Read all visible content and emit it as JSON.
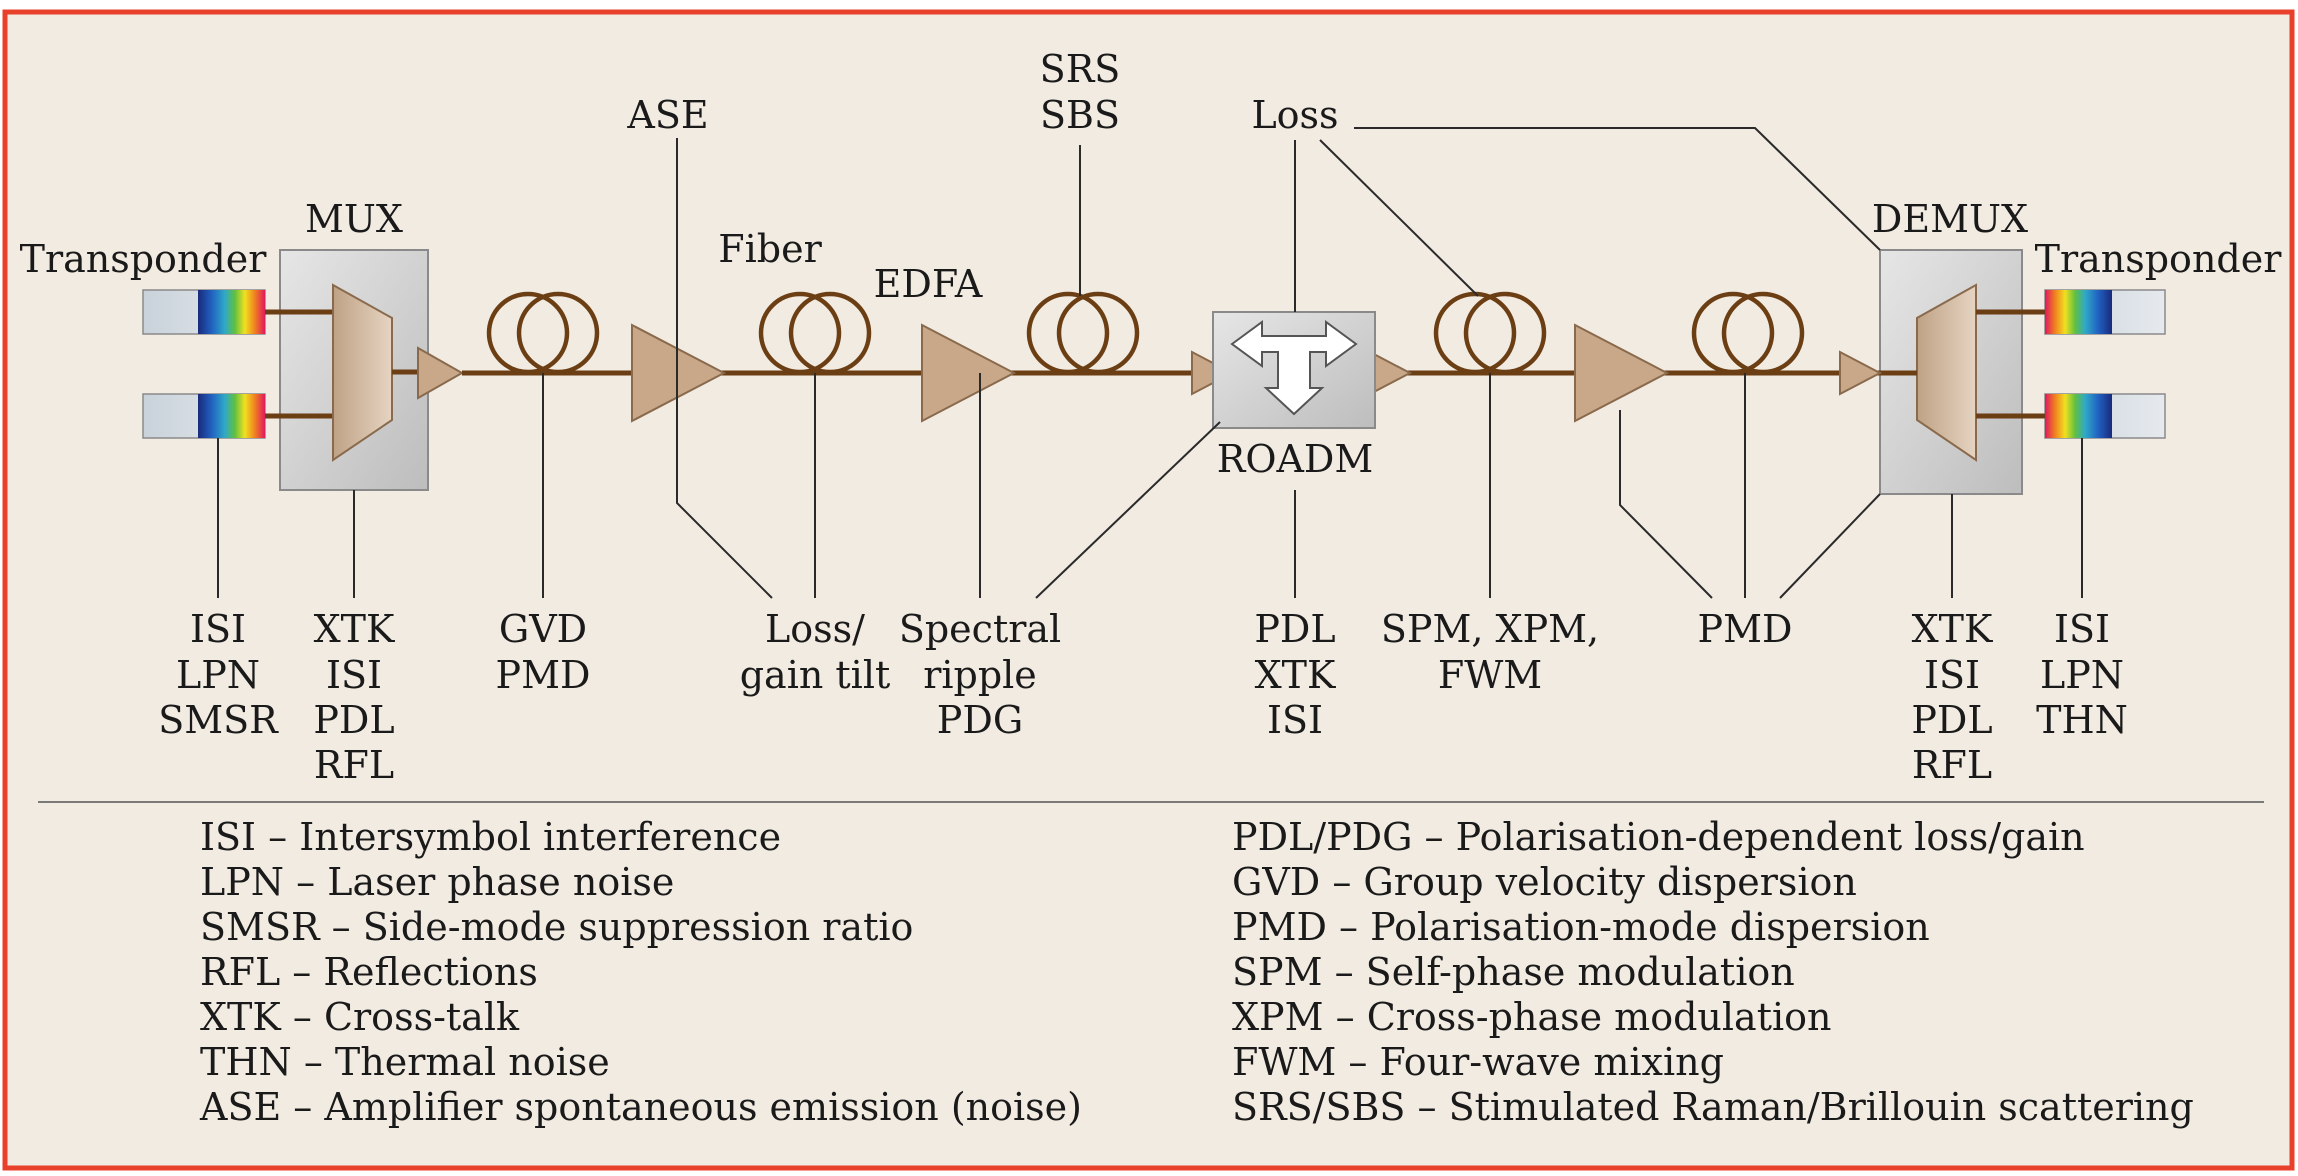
{
  "components": {
    "transponder_left": "Transponder",
    "transponder_right": "Transponder",
    "mux": "MUX",
    "demux": "DEMUX",
    "fiber": "Fiber",
    "edfa": "EDFA",
    "roadm": "ROADM"
  },
  "top_labels": {
    "ase": "ASE",
    "srs": "SRS",
    "sbs": "SBS",
    "loss": "Loss"
  },
  "impairments": {
    "transponder_left": [
      "ISI",
      "LPN",
      "SMSR"
    ],
    "mux": [
      "XTK",
      "ISI",
      "PDL",
      "RFL"
    ],
    "fiber1": [
      "GVD",
      "PMD"
    ],
    "edfa_tilt": [
      "Loss/",
      "gain tilt"
    ],
    "spectral": [
      "Spectral",
      "ripple",
      "PDG"
    ],
    "roadm": [
      "PDL",
      "XTK",
      "ISI"
    ],
    "nonlinear": [
      "SPM, XPM,",
      "FWM"
    ],
    "pmd": [
      "PMD"
    ],
    "demux": [
      "XTK",
      "ISI",
      "PDL",
      "RFL"
    ],
    "transponder_right": [
      "ISI",
      "LPN",
      "THN"
    ]
  },
  "legend_left": [
    "ISI – Intersymbol interference",
    "LPN – Laser phase noise",
    "SMSR – Side-mode suppression ratio",
    "RFL – Reflections",
    "XTK – Cross-talk",
    "THN – Thermal noise",
    "ASE – Amplifier spontaneous emission (noise)"
  ],
  "legend_right": [
    "PDL/PDG – Polarisation-dependent loss/gain",
    "GVD – Group velocity dispersion",
    "PMD – Polarisation-mode dispersion",
    "SPM – Self-phase modulation",
    "XPM – Cross-phase modulation",
    "FWM – Four-wave mixing",
    "SRS/SBS – Stimulated Raman/Brillouin scattering"
  ],
  "colors": {
    "frame": "#e8402a",
    "background": "#f2ebe2",
    "fiber": "#6b3e14",
    "amplifier": "#c8a888",
    "box": "#cfcfcf"
  }
}
